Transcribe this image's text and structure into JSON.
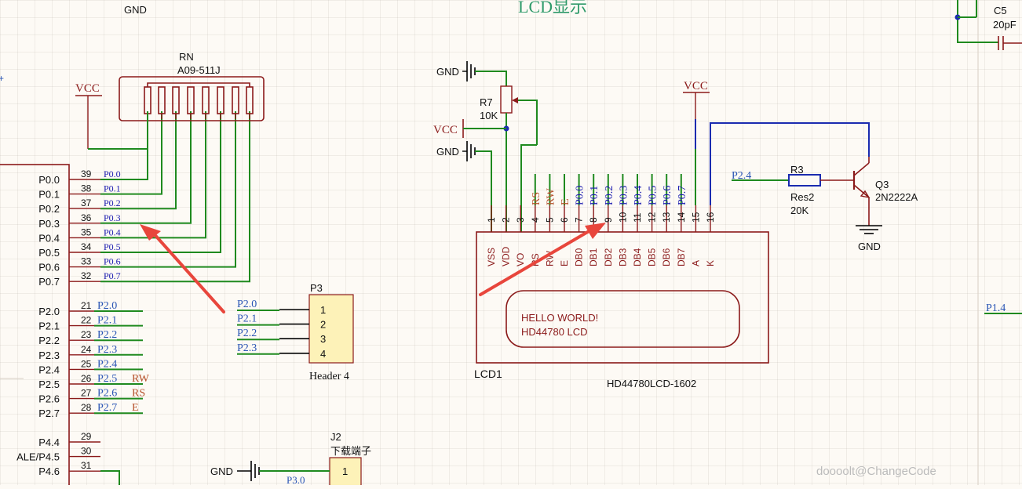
{
  "section_title": "LCD显示",
  "gnd_top_label": "GND",
  "rn": {
    "ref": "RN",
    "value": "A09-511J",
    "vcc": "VCC"
  },
  "mcu": {
    "p0_pins": [
      {
        "name": "P0.0",
        "num": "39",
        "net": "P0.0"
      },
      {
        "name": "P0.1",
        "num": "38",
        "net": "P0.1"
      },
      {
        "name": "P0.2",
        "num": "37",
        "net": "P0.2"
      },
      {
        "name": "P0.3",
        "num": "36",
        "net": "P0.3"
      },
      {
        "name": "P0.4",
        "num": "35",
        "net": "P0.4"
      },
      {
        "name": "P0.5",
        "num": "34",
        "net": "P0.5"
      },
      {
        "name": "P0.6",
        "num": "33",
        "net": "P0.6"
      },
      {
        "name": "P0.7",
        "num": "32",
        "net": "P0.7"
      }
    ],
    "p2_pins": [
      {
        "name": "P2.0",
        "num": "21",
        "net": "P2.0",
        "extra": ""
      },
      {
        "name": "P2.1",
        "num": "22",
        "net": "P2.1",
        "extra": ""
      },
      {
        "name": "P2.2",
        "num": "23",
        "net": "P2.2",
        "extra": ""
      },
      {
        "name": "P2.3",
        "num": "24",
        "net": "P2.3",
        "extra": ""
      },
      {
        "name": "P2.4",
        "num": "25",
        "net": "P2.4",
        "extra": ""
      },
      {
        "name": "P2.5",
        "num": "26",
        "net": "P2.5",
        "extra": "RW"
      },
      {
        "name": "P2.6",
        "num": "27",
        "net": "P2.6",
        "extra": "RS"
      },
      {
        "name": "P2.7",
        "num": "28",
        "net": "P2.7",
        "extra": "E"
      }
    ],
    "p4_pins": [
      {
        "name": "P4.4",
        "num": "29"
      },
      {
        "name": "ALE/P4.5",
        "num": "30"
      },
      {
        "name": "P4.6",
        "num": "31"
      }
    ]
  },
  "p3": {
    "ref": "P3",
    "value": "Header 4",
    "pins": [
      "1",
      "2",
      "3",
      "4"
    ],
    "nets": [
      "P2.0",
      "P2.1",
      "P2.2",
      "P2.3"
    ]
  },
  "j2": {
    "ref": "J2",
    "value": "下载端子",
    "gnd": "GND",
    "net": "P3.0",
    "pin1": "1"
  },
  "r7": {
    "ref": "R7",
    "value": "10K",
    "gnd1": "GND",
    "vcc": "VCC",
    "gnd2": "GND"
  },
  "lcd": {
    "ref": "LCD1",
    "part": "HD44780LCD-1602",
    "pins": [
      {
        "num": "1",
        "name": "VSS",
        "net": ""
      },
      {
        "num": "2",
        "name": "VDD",
        "net": ""
      },
      {
        "num": "3",
        "name": "VO",
        "net": ""
      },
      {
        "num": "4",
        "name": "RS",
        "net": "RS"
      },
      {
        "num": "5",
        "name": "RW",
        "net": "RW"
      },
      {
        "num": "6",
        "name": "E",
        "net": "E"
      },
      {
        "num": "7",
        "name": "DB0",
        "net": "P0.0"
      },
      {
        "num": "8",
        "name": "DB1",
        "net": "P0.1"
      },
      {
        "num": "9",
        "name": "DB2",
        "net": "P0.2"
      },
      {
        "num": "10",
        "name": "DB3",
        "net": "P0.3"
      },
      {
        "num": "11",
        "name": "DB4",
        "net": "P0.4"
      },
      {
        "num": "12",
        "name": "DB5",
        "net": "P0.5"
      },
      {
        "num": "13",
        "name": "DB6",
        "net": "P0.6"
      },
      {
        "num": "14",
        "name": "DB7",
        "net": "P0.7"
      },
      {
        "num": "15",
        "name": "A",
        "net": ""
      },
      {
        "num": "16",
        "name": "K",
        "net": ""
      }
    ],
    "display_line1": "HELLO WORLD!",
    "display_line2": "HD44780 LCD",
    "vcc": "VCC"
  },
  "r3": {
    "ref": "R3",
    "value": "Res2",
    "value2": "20K",
    "net": "P2.4"
  },
  "q3": {
    "ref": "Q3",
    "part": "2N2222A",
    "gnd": "GND"
  },
  "c5": {
    "ref": "C5",
    "value": "20pF"
  },
  "right_net": "P1.4",
  "watermark": "doooolt@ChangeCode",
  "colors": {
    "part": "#8b1a1a",
    "green_wire": "#1f8a1f",
    "blue_wire": "#1a2bb0",
    "net_label": "#2a55b5",
    "annotation_arrow": "#e8463c",
    "background": "#fdfaf5"
  }
}
